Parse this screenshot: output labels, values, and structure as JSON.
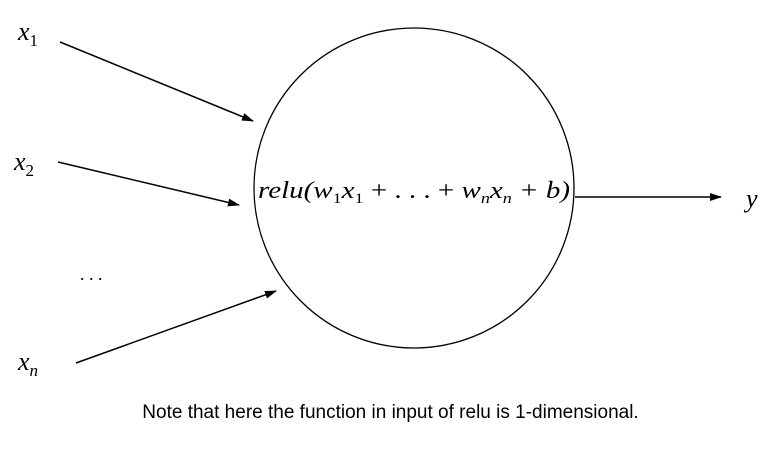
{
  "inputs": [
    {
      "base": "x",
      "sub": "1"
    },
    {
      "base": "x",
      "sub": "2"
    },
    {
      "base": "x",
      "sub": "n"
    }
  ],
  "ellipsis": ". . .",
  "neuron": {
    "formula": {
      "fn": "relu(",
      "w1": "w",
      "w1_sub": "1",
      "x1": "x",
      "x1_sub": "1",
      "middle": " + . . . + ",
      "wn": "w",
      "wn_sub": "n",
      "xn": "x",
      "xn_sub": "n",
      "tail": " + b)"
    }
  },
  "output": "y",
  "caption": "Note that here the function in input of relu is 1-dimensional."
}
